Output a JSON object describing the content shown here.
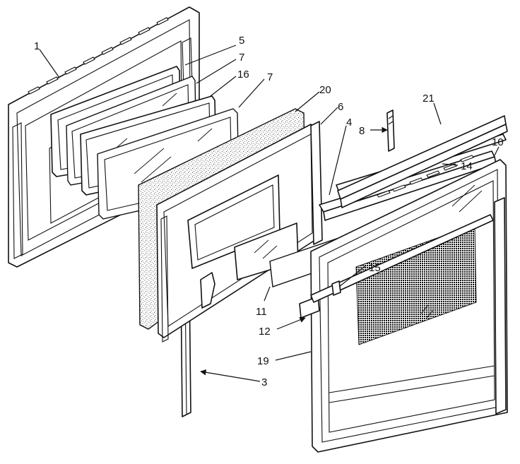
{
  "callouts": [
    {
      "id": "c1",
      "label": "1"
    },
    {
      "id": "c5",
      "label": "5"
    },
    {
      "id": "c7a",
      "label": "7"
    },
    {
      "id": "c16",
      "label": "16"
    },
    {
      "id": "c7b",
      "label": "7"
    },
    {
      "id": "c20",
      "label": "20"
    },
    {
      "id": "c6",
      "label": "6"
    },
    {
      "id": "c4",
      "label": "4"
    },
    {
      "id": "c8",
      "label": "8"
    },
    {
      "id": "c21",
      "label": "21"
    },
    {
      "id": "c10",
      "label": "10"
    },
    {
      "id": "c14",
      "label": "14"
    },
    {
      "id": "c15",
      "label": "15"
    },
    {
      "id": "c11",
      "label": "11"
    },
    {
      "id": "c12",
      "label": "12"
    },
    {
      "id": "c19",
      "label": "19"
    },
    {
      "id": "c3",
      "label": "3"
    }
  ]
}
